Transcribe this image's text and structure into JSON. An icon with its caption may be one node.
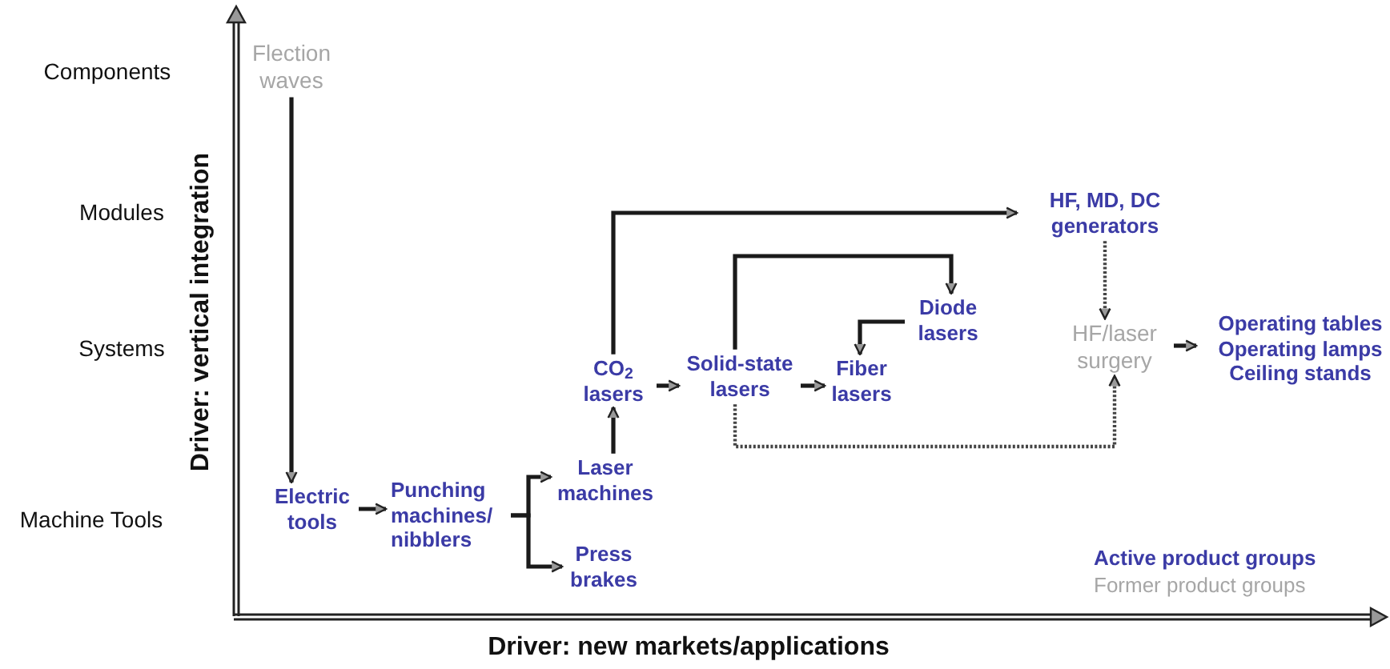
{
  "diagram": {
    "nodes": [
      {
        "text": [
          "Flection waves"
        ]
      },
      {
        "text": [
          "Electric tools"
        ]
      },
      {
        "text": [
          "Punching machines/ nibblers"
        ]
      },
      {
        "text": [
          "Laser machines"
        ]
      },
      {
        "text": [
          "Press brakes"
        ]
      },
      {
        "text": [
          "CO$_{2}$ lasers"
        ]
      },
      {
        "text": [
          "Solid-state lasers"
        ]
      },
      {
        "text": [
          "Fiber lasers"
        ]
      },
      {
        "text": [
          "Diode lasers"
        ]
      },
      {
        "text": [
          "HF, MD, DC generators"
        ]
      },
      {
        "text": [
          "HF/laser surgery"
        ]
      },
      {
        "text": [
          "Operating tables",
          "Operating lamps",
          "Ceiling stands"
        ]
      }
    ],
    "edges": [
      {
        "from": 0,
        "to": 1,
        "arrow": "to"
      },
      {
        "from": 1,
        "to": 2,
        "arrow": "to"
      },
      {
        "from": 2,
        "to": 3,
        "arrow": "to"
      },
      {
        "from": 2,
        "to": 4,
        "arrow": "to"
      },
      {
        "from": 3,
        "to": 5,
        "arrow": "to"
      },
      {
        "from": 5,
        "to": 6,
        "arrow": "to"
      },
      {
        "from": 5,
        "to": 9,
        "arrow": "to"
      },
      {
        "from": 6,
        "to": 7,
        "arrow": "to"
      },
      {
        "from": 6,
        "to": 8,
        "arrow": "to"
      },
      {
        "from": 8,
        "to": 7,
        "arrow": "to"
      },
      {
        "from": 9,
        "to": 10,
        "arrow": "to",
        "style": "dashed"
      },
      {
        "from": 6,
        "to": 10,
        "arrow": "to",
        "style": "dashed"
      },
      {
        "from": 10,
        "to": 11,
        "arrow": "to"
      }
    ],
    "labels": [
      "Components",
      "Modules",
      "Systems",
      "Machine Tools",
      "Driver: vertical integration",
      "Driver: new markets/applications"
    ],
    "legend": [
      {
        "text": "Active product groups",
        "color": "#3b3ba6"
      },
      {
        "text": "Former product groups",
        "color": "#a6a6a6"
      }
    ]
  }
}
